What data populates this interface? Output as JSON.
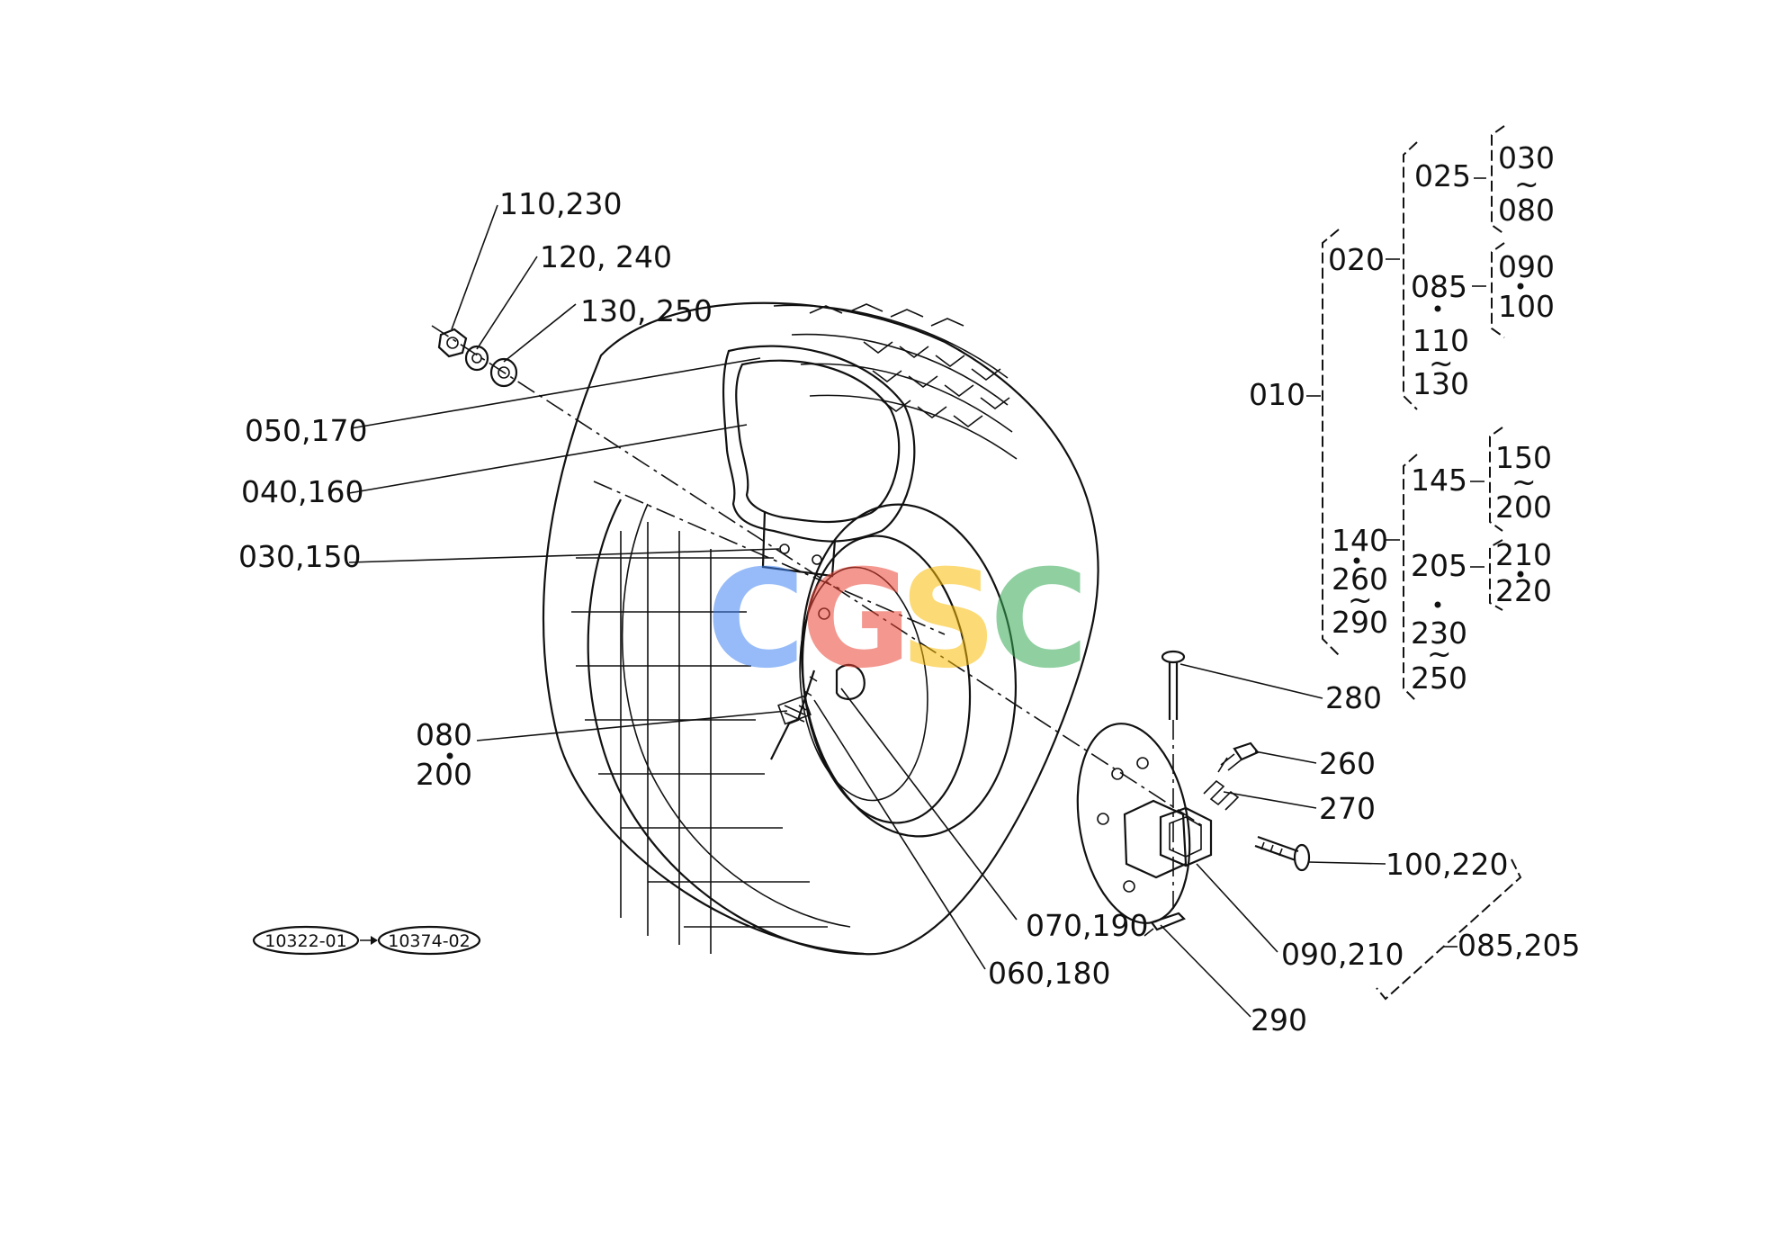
{
  "watermark": {
    "text": "CGSC",
    "letters": [
      {
        "char": "C",
        "color": "#4285F4"
      },
      {
        "char": "G",
        "color": "#EA4335"
      },
      {
        "char": "S",
        "color": "#FBBC05"
      },
      {
        "char": "C",
        "color": "#34A853"
      }
    ]
  },
  "callouts": {
    "c110_230": "110,230",
    "c120_240": "120, 240",
    "c130_250": "130, 250",
    "c050_170": "050,170",
    "c040_160": "040,160",
    "c030_150": "030,150",
    "c080": "080",
    "c200": "200",
    "c070_190": "070,190",
    "c060_180": "060,180",
    "c280": "280",
    "c260": "260",
    "c270": "270",
    "c100_220": "100,220",
    "c090_210": "090,210",
    "c085_205": "085,205",
    "c290": "290"
  },
  "tree": {
    "t010": "010",
    "t020": "020",
    "t025": "025",
    "t030": "030",
    "t080": "080",
    "t085": "085",
    "t090": "090",
    "t100": "100",
    "t110": "110",
    "t130": "130",
    "t140": "140",
    "t260": "260",
    "t290": "290",
    "t145": "145",
    "t150": "150",
    "t200": "200",
    "t205": "205",
    "t210": "210",
    "t220": "220",
    "t230": "230",
    "t250": "250",
    "tilde": "~"
  },
  "refs": {
    "ref1": "10322-01",
    "ref2": "10374-02"
  }
}
